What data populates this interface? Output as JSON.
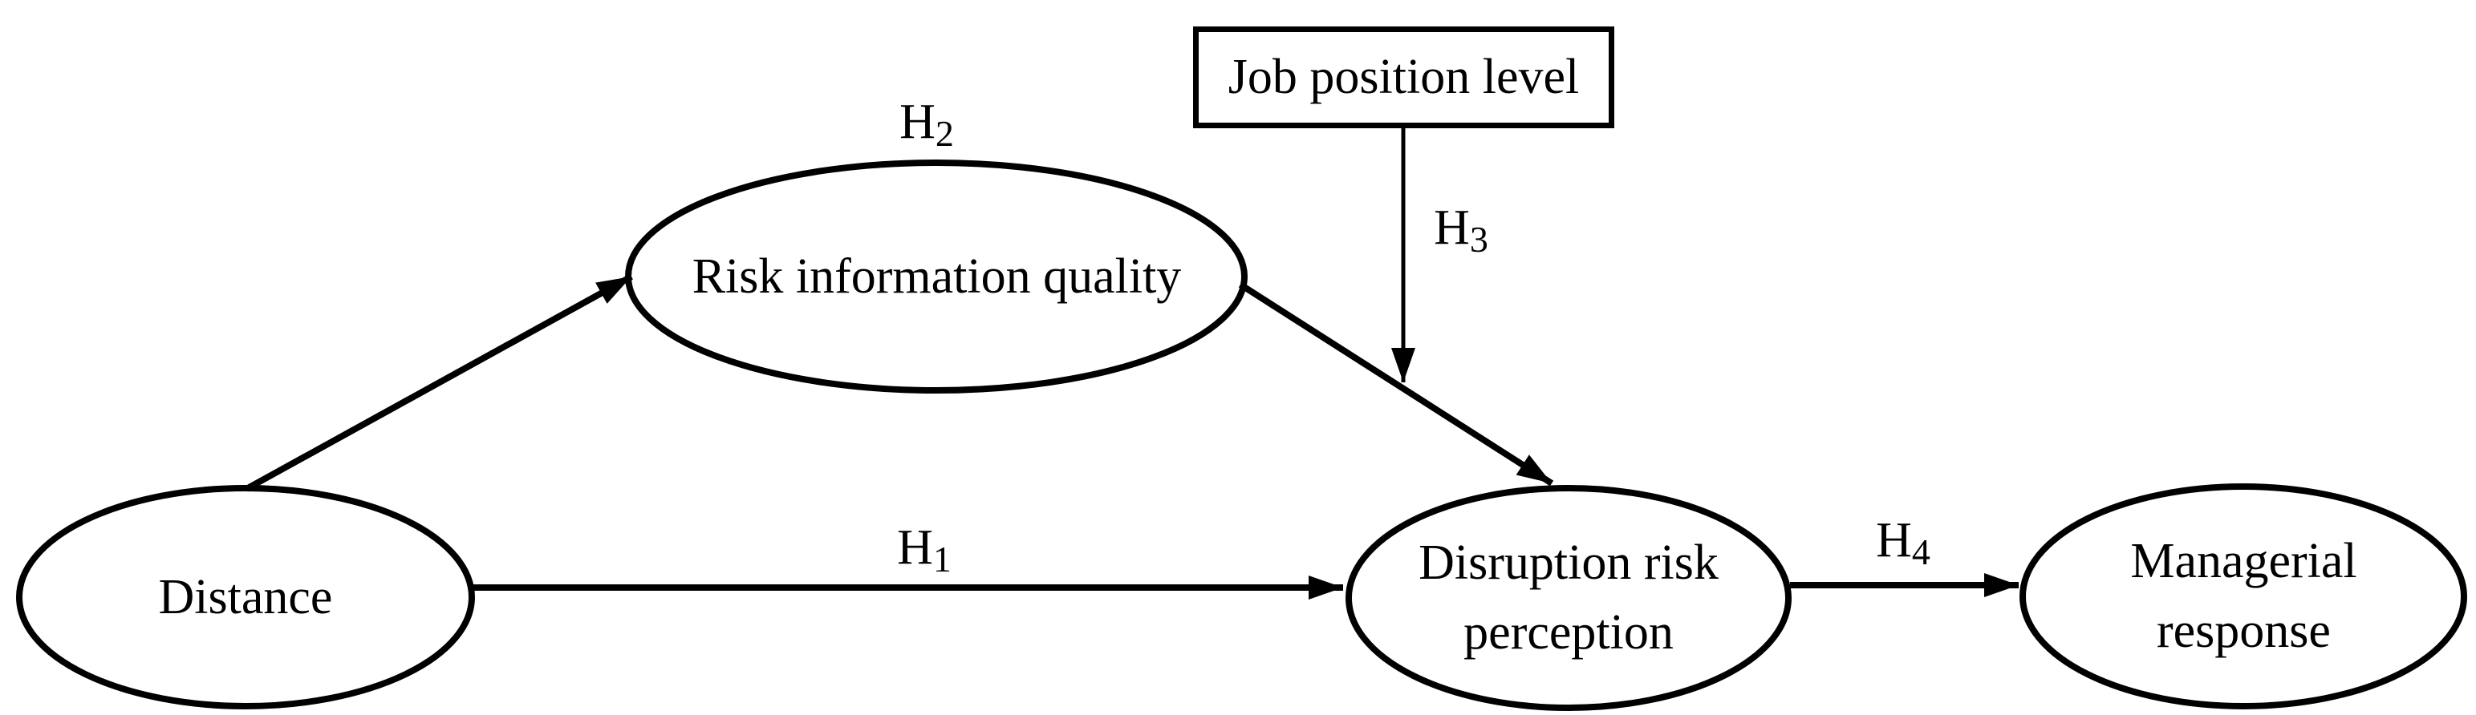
{
  "diagram": {
    "type": "hypothesis-path-model",
    "colors": {
      "background": "#ffffff",
      "stroke": "#000000",
      "text": "#000000"
    },
    "nodes": {
      "distance": {
        "shape": "ellipse",
        "label": "Distance"
      },
      "risk_information_quality": {
        "shape": "ellipse",
        "label": "Risk information quality"
      },
      "job_position_level": {
        "shape": "rectangle",
        "label": "Job position level"
      },
      "disruption_risk_perception": {
        "shape": "ellipse",
        "line1": "Disruption risk",
        "line2": "perception"
      },
      "managerial_response": {
        "shape": "ellipse",
        "line1": "Managerial",
        "line2": "response"
      }
    },
    "hypotheses": {
      "h1": {
        "base": "H",
        "sub": "1"
      },
      "h2": {
        "base": "H",
        "sub": "2"
      },
      "h3": {
        "base": "H",
        "sub": "3"
      },
      "h4": {
        "base": "H",
        "sub": "4"
      }
    },
    "arrows": [
      {
        "from": "distance",
        "to": "risk_information_quality"
      },
      {
        "from": "distance",
        "to": "disruption_risk_perception",
        "label": "h1"
      },
      {
        "from": "risk_information_quality",
        "to": "disruption_risk_perception"
      },
      {
        "from": "job_position_level",
        "to": "arrow(risk_information_quality->disruption_risk_perception)",
        "label": "h3",
        "note": "moderation arrow pointing onto path"
      },
      {
        "from": "disruption_risk_perception",
        "to": "managerial_response",
        "label": "h4"
      }
    ],
    "floating_labels": [
      {
        "id": "h2",
        "position": "above risk_information_quality ellipse"
      }
    ]
  }
}
